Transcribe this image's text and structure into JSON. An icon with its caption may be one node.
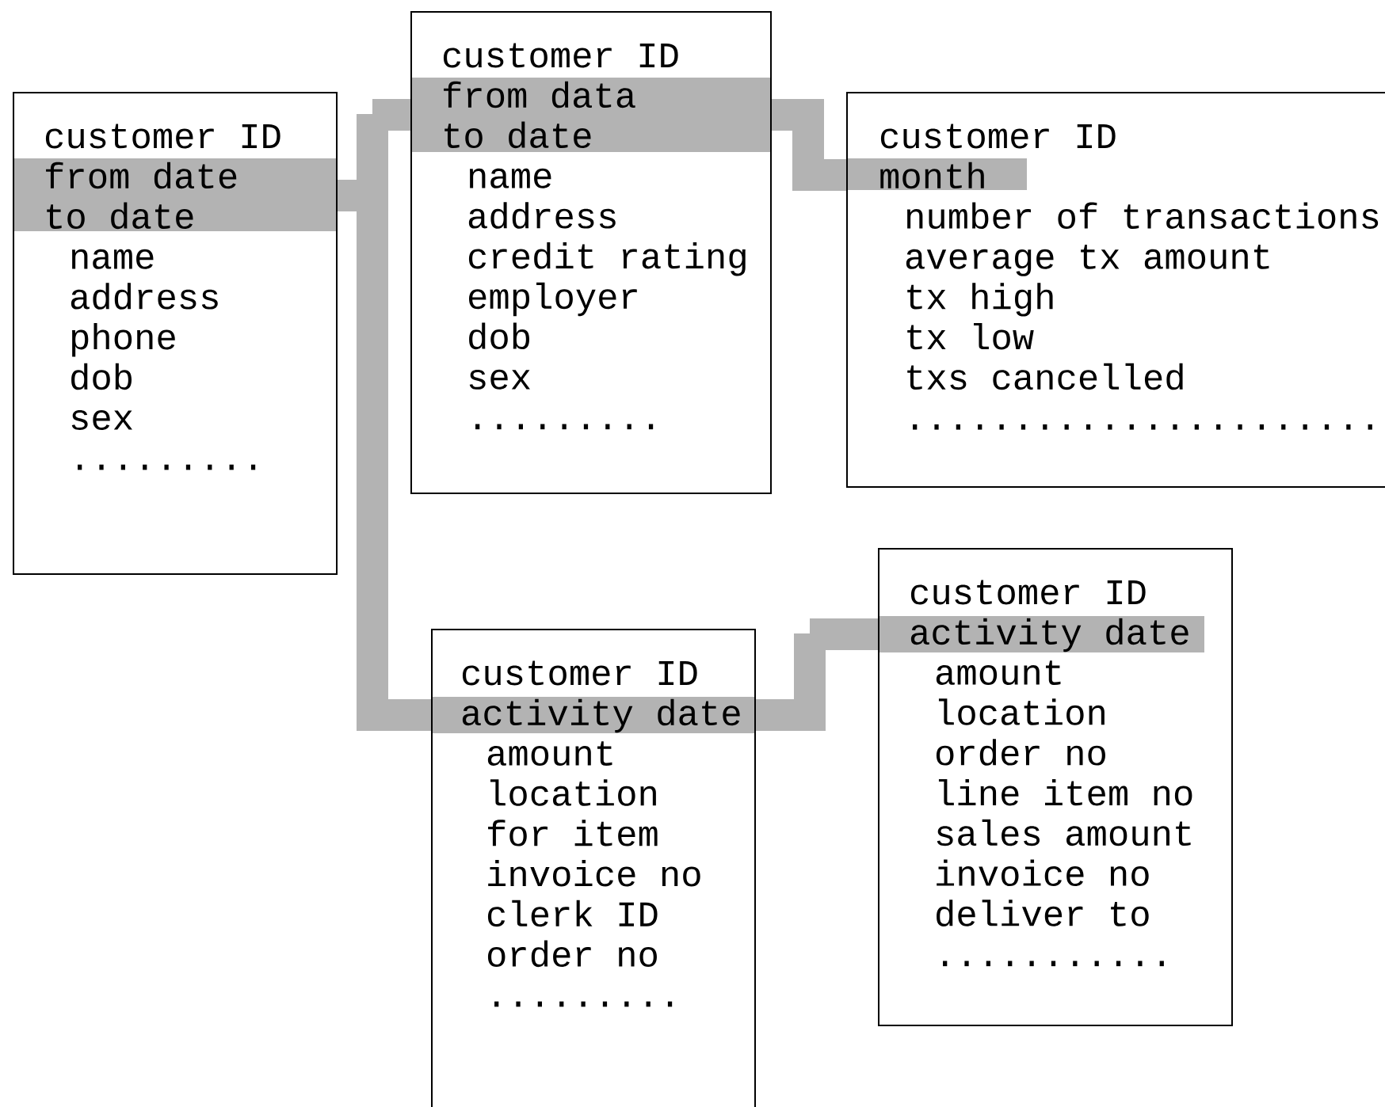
{
  "diagram": {
    "nodes": [
      {
        "text": [
          "customer ID",
          "from date",
          "to date",
          "name",
          "address",
          "phone",
          "dob",
          "sex",
          "........."
        ]
      },
      {
        "text": [
          "customer ID",
          "from data",
          "to date",
          "name",
          "address",
          "credit rating",
          "employer",
          "dob",
          "sex",
          "........."
        ]
      },
      {
        "text": [
          "customer ID",
          "month",
          "number of transactions",
          "average tx amount",
          "tx high",
          "tx low",
          "txs cancelled",
          "......................"
        ]
      },
      {
        "text": [
          "customer ID",
          "activity date",
          "amount",
          "location",
          "for item",
          "invoice no",
          "clerk ID",
          "order no",
          "........."
        ]
      },
      {
        "text": [
          "customer ID",
          "activity date",
          "amount",
          "location",
          "order no",
          "line item no",
          "sales amount",
          "invoice no",
          "deliver to",
          "..........."
        ]
      }
    ],
    "edges": [
      {
        "from": 0,
        "to": 1,
        "arrow": "none",
        "color": "#b3b3b3"
      },
      {
        "from": 1,
        "to": 2,
        "arrow": "none",
        "color": "#b3b3b3"
      },
      {
        "from": 0,
        "to": 3,
        "arrow": "none",
        "color": "#b3b3b3"
      },
      {
        "from": 3,
        "to": 4,
        "arrow": "none",
        "color": "#b3b3b3"
      }
    ]
  }
}
